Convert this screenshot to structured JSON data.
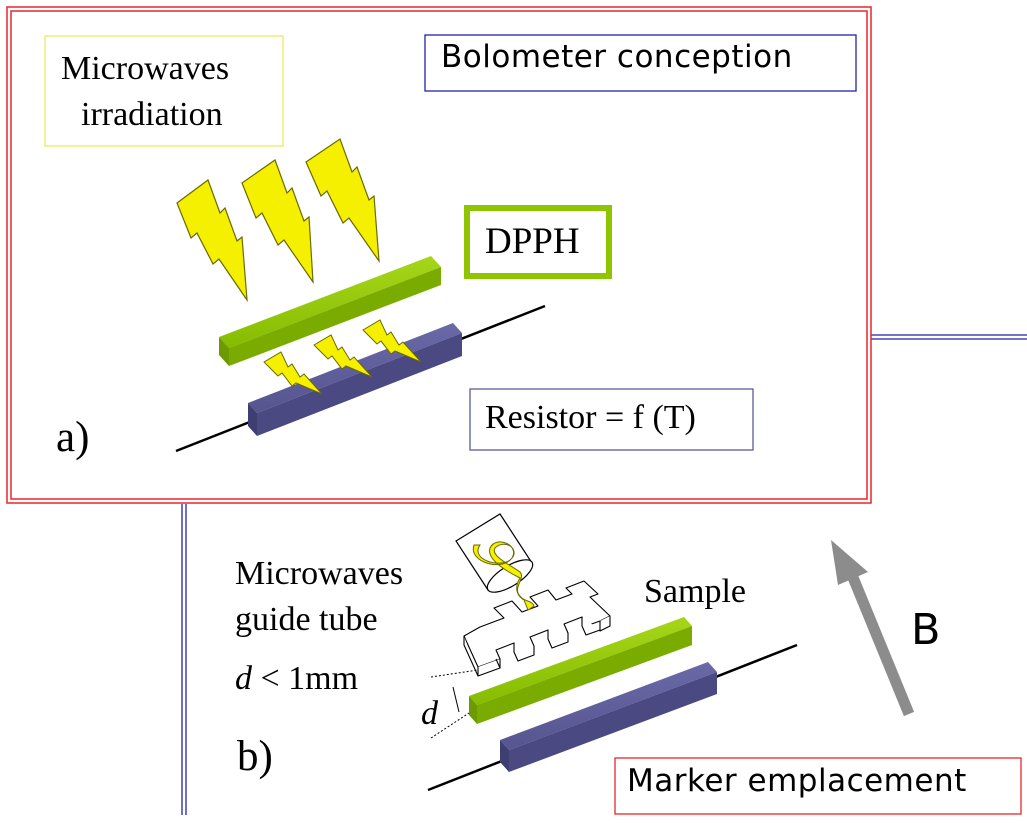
{
  "panel_a": {
    "title": "Bolometer conception",
    "microwaves_line1": "Microwaves",
    "microwaves_line2": "irradiation",
    "dpph": "DPPH",
    "resistor": "Resistor = f (T)",
    "label": "a)"
  },
  "panel_b": {
    "guide_line1": "Microwaves",
    "guide_line2": "guide tube",
    "distance_var": "d",
    "distance_rest": " < 1mm",
    "d_marker": "d",
    "sample": "Sample",
    "field": "B",
    "title": "Marker emplacement",
    "label": "b)"
  },
  "colors": {
    "frame_red": "#e8262b",
    "frame_blue": "#2222aa",
    "dpph_green": "#8fc400",
    "dpph_green_dark": "#6c9a00",
    "resistor_purple": "#5b5a9a",
    "resistor_purple_dark": "#3f3e73",
    "lightning_yellow": "#f5f000",
    "arrow_gray": "#8c8c8c",
    "note_yellow_border": "#f0e860"
  }
}
